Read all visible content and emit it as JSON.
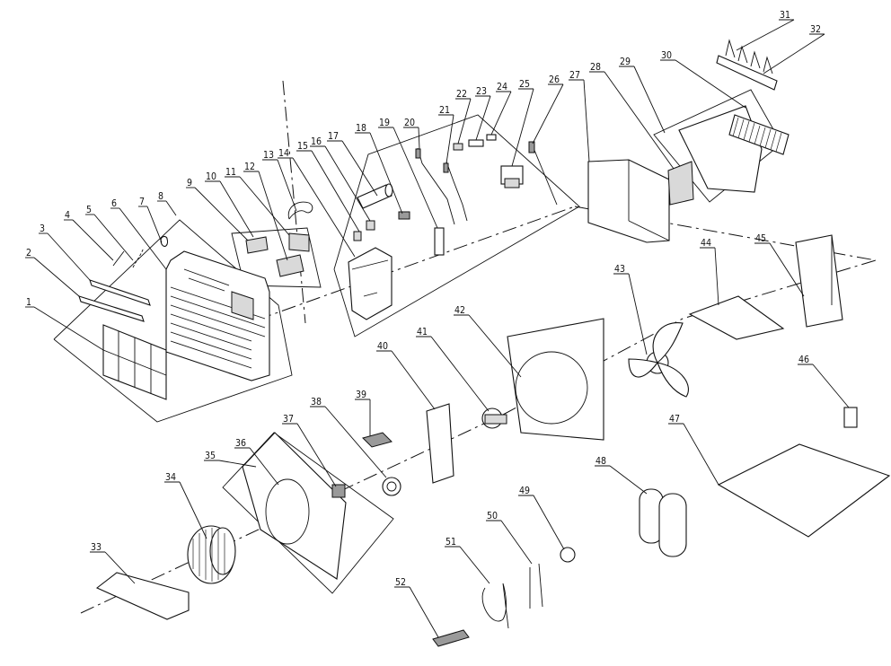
{
  "diagram": {
    "type": "exploded-parts-diagram",
    "callouts": [
      "1",
      "2",
      "3",
      "4",
      "5",
      "6",
      "7",
      "8",
      "9",
      "10",
      "11",
      "12",
      "13",
      "14",
      "15",
      "16",
      "17",
      "18",
      "19",
      "20",
      "21",
      "22",
      "23",
      "24",
      "25",
      "26",
      "27",
      "28",
      "29",
      "30",
      "31",
      "32",
      "33",
      "34",
      "35",
      "36",
      "37",
      "38",
      "39",
      "40",
      "41",
      "42",
      "43",
      "44",
      "45",
      "46",
      "47",
      "48",
      "49",
      "50",
      "51",
      "52"
    ]
  }
}
